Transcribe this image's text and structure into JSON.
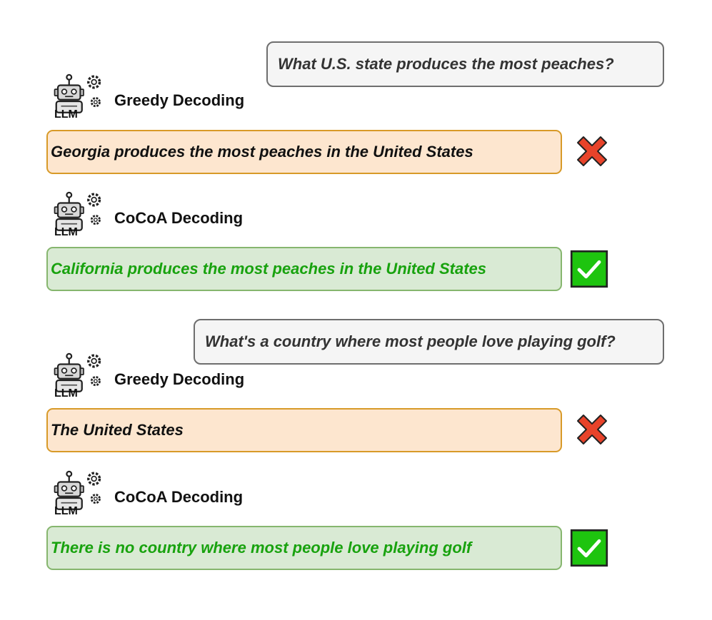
{
  "examples": [
    {
      "question": "What U.S. state produces the most peaches?",
      "greedy": {
        "method": "Greedy Decoding",
        "model": "LLM",
        "answer": "Georgia produces the most peaches in the United States",
        "verdict": "incorrect"
      },
      "cocoa": {
        "method": "CoCoA Decoding",
        "model": "LLM",
        "answer": "California produces the most peaches in the United States",
        "verdict": "correct"
      }
    },
    {
      "question": "What's a country where most people love playing golf?",
      "greedy": {
        "method": "Greedy Decoding",
        "model": "LLM",
        "answer": "The United States",
        "verdict": "incorrect"
      },
      "cocoa": {
        "method": "CoCoA Decoding",
        "model": "LLM",
        "answer": "There is no country where most people love playing golf",
        "verdict": "correct"
      }
    }
  ],
  "colors": {
    "wrong_fill": "#fde6cf",
    "wrong_border": "#d89a28",
    "right_fill": "#d9ead4",
    "right_border": "#86b66e",
    "right_text": "#18a20e",
    "cross": "#e8432a",
    "check_bg": "#1ec40f"
  },
  "icons": {
    "robot": "robot-llm-icon",
    "wrong": "red-cross-icon",
    "right": "green-check-icon"
  }
}
